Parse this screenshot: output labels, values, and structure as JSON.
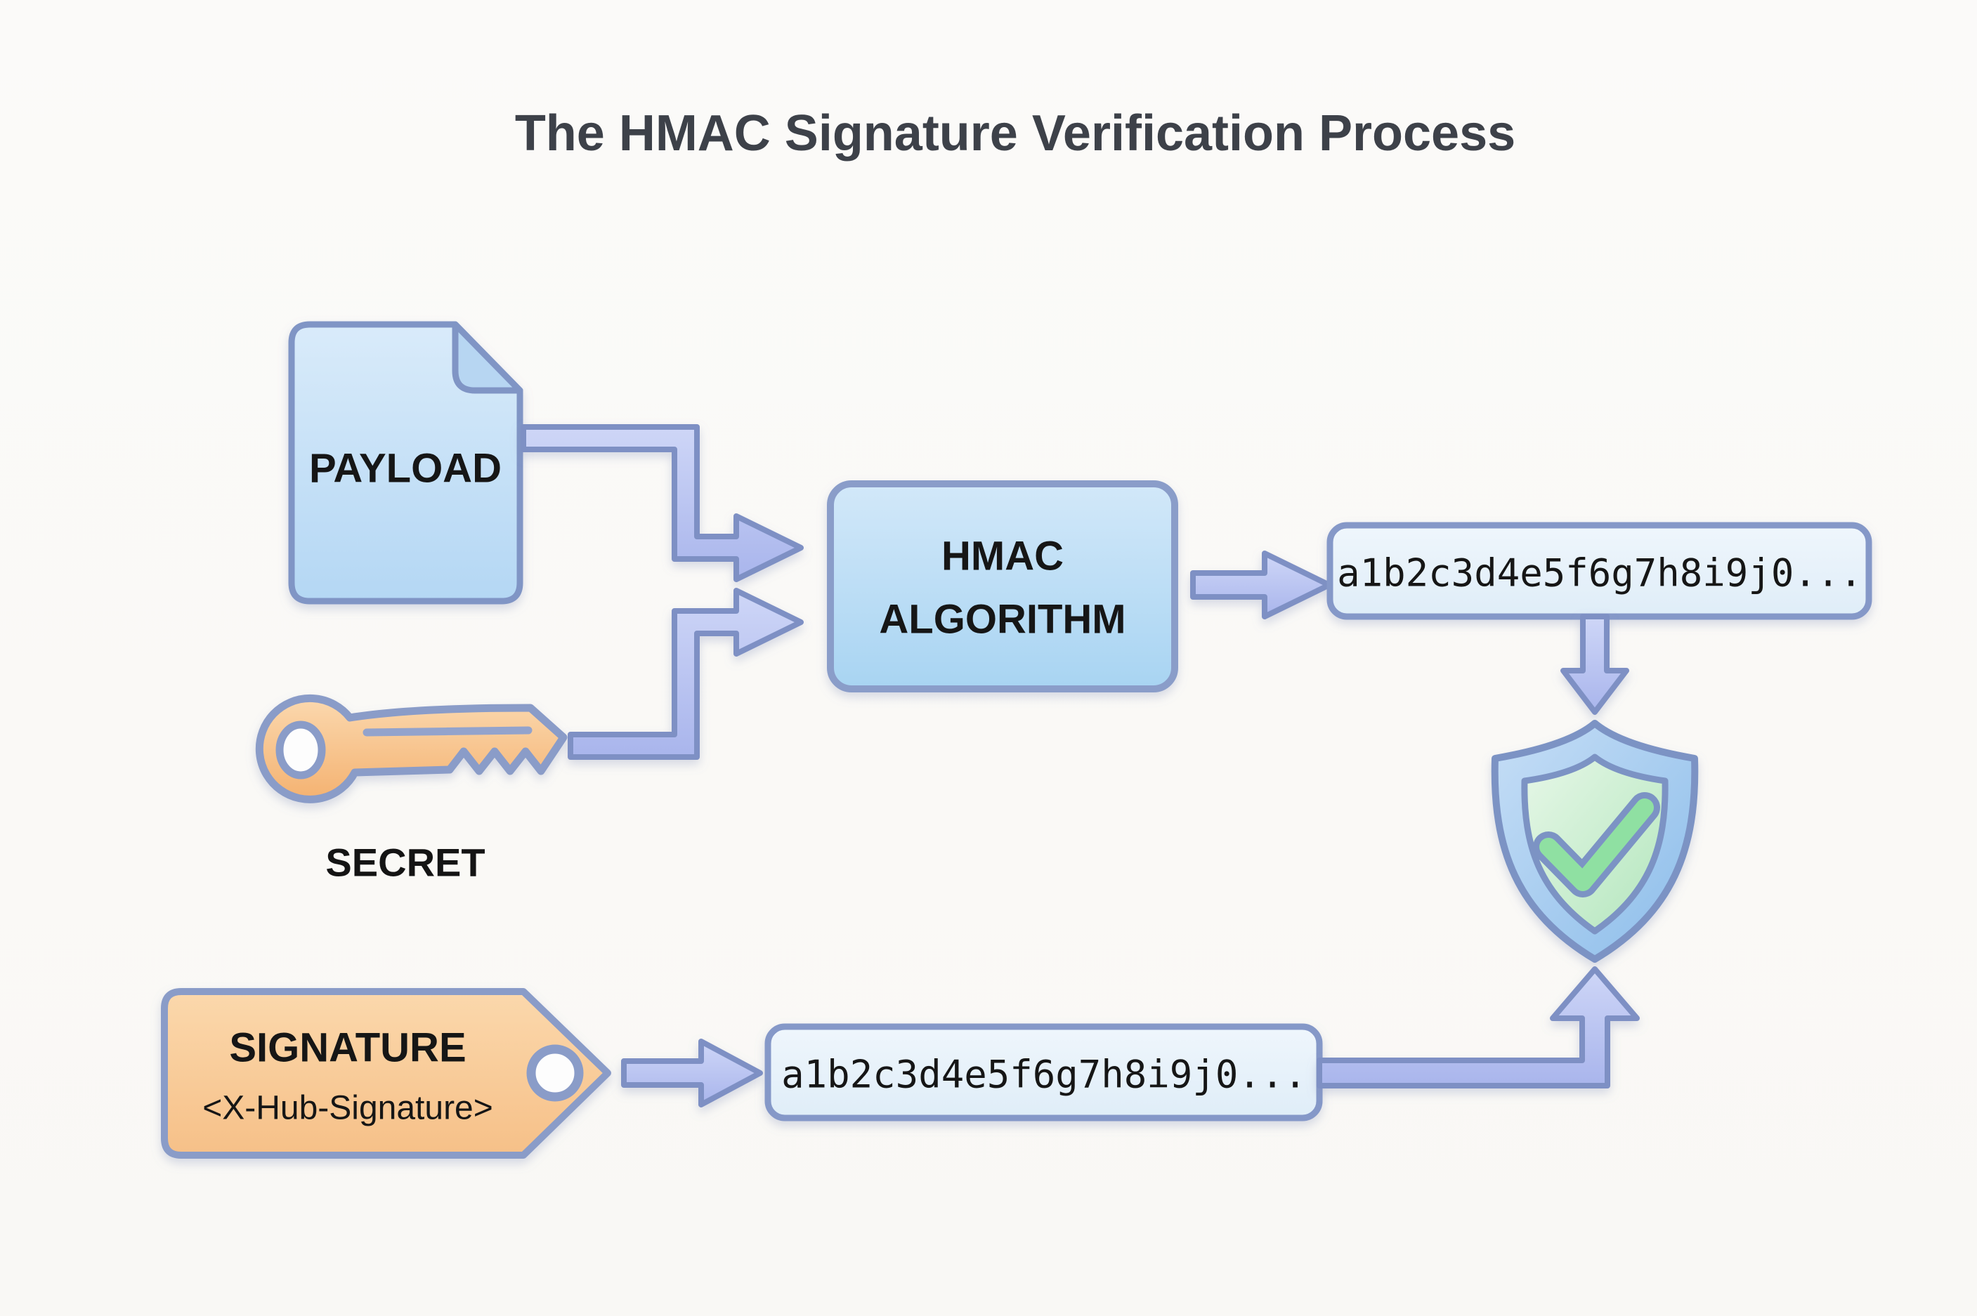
{
  "title": "The HMAC Signature Verification Process",
  "payload": {
    "label": "PAYLOAD",
    "icon": "document-icon"
  },
  "secret": {
    "label": "SECRET",
    "icon": "key-icon"
  },
  "hmac": {
    "line1": "HMAC",
    "line2": "ALGORITHM"
  },
  "computed_hash": {
    "value": "a1b2c3d4e5f6g7h8i9j0..."
  },
  "received_hash": {
    "value": "a1b2c3d4e5f6g7h8i9j0..."
  },
  "signature": {
    "label": "SIGNATURE",
    "sublabel": "<X-Hub-Signature>",
    "icon": "tag-icon"
  },
  "verification": {
    "icon": "shield-check-icon"
  },
  "colors": {
    "arrow_fill": "#b9c4ef",
    "arrow_stroke": "#7e90c4",
    "blue_shape_stroke": "#8095c5",
    "document_fill": "#c9e2f8",
    "hmac_box_fill": "#bfdef6",
    "hash_box_fill": "#e9f2fa",
    "orange_fill": "#f8c68f",
    "orange_stroke": "#8a9cc8",
    "shield_blue": "#a5cbf0",
    "shield_green": "#cdeed2",
    "check_green": "#8fe0a2",
    "title_color": "#3d4149",
    "background": "#faf9f7"
  }
}
